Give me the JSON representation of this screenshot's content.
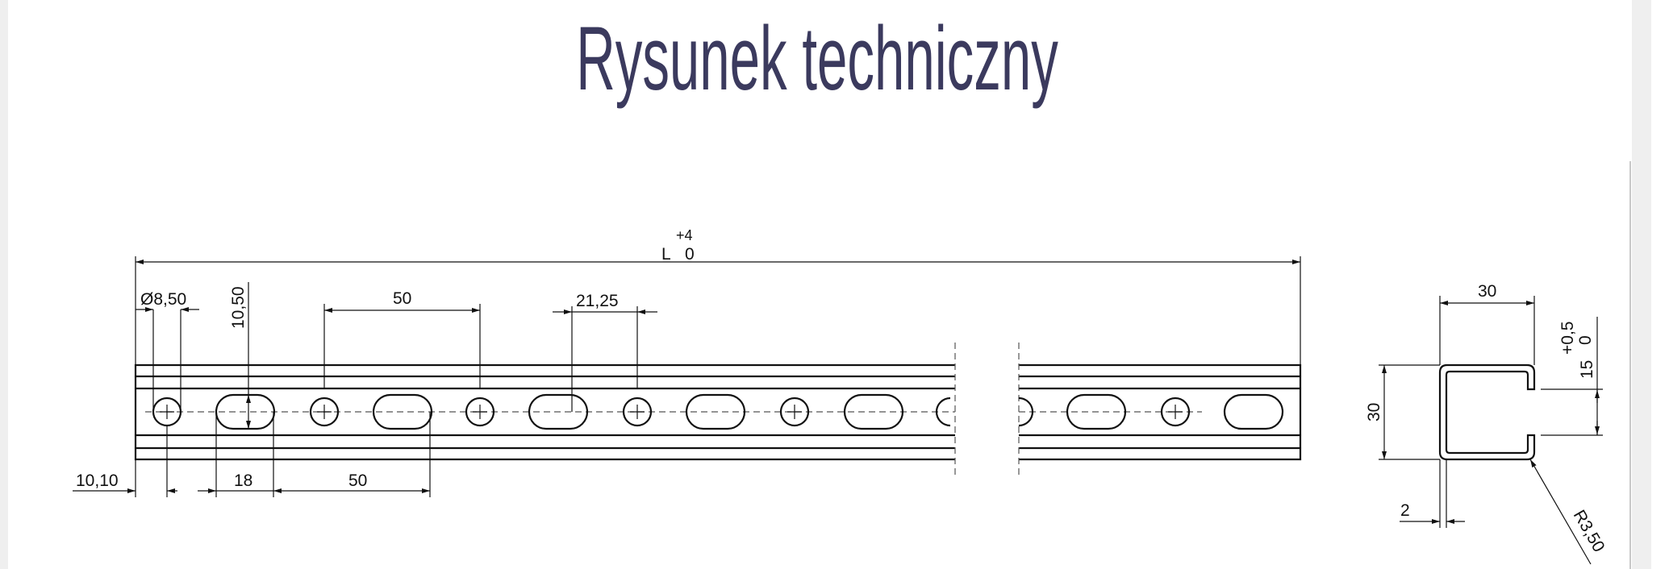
{
  "page": {
    "title": "Rysunek techniczny"
  },
  "drawing": {
    "length": {
      "label": "L",
      "tol_upper": "+4",
      "tol_lower": "0"
    },
    "hole_diameter": "Ø8,50",
    "slot_height": "10,50",
    "pitch_top": "50",
    "offset": "21,25",
    "edge_distance": "10,10",
    "slot_length": "18",
    "pitch_bottom": "50",
    "profile": {
      "width": "30",
      "height": "30",
      "opening": "15",
      "opening_tol_upper": "+0,5",
      "opening_tol_lower": "0",
      "thickness": "2",
      "radius": "R3,50"
    }
  }
}
